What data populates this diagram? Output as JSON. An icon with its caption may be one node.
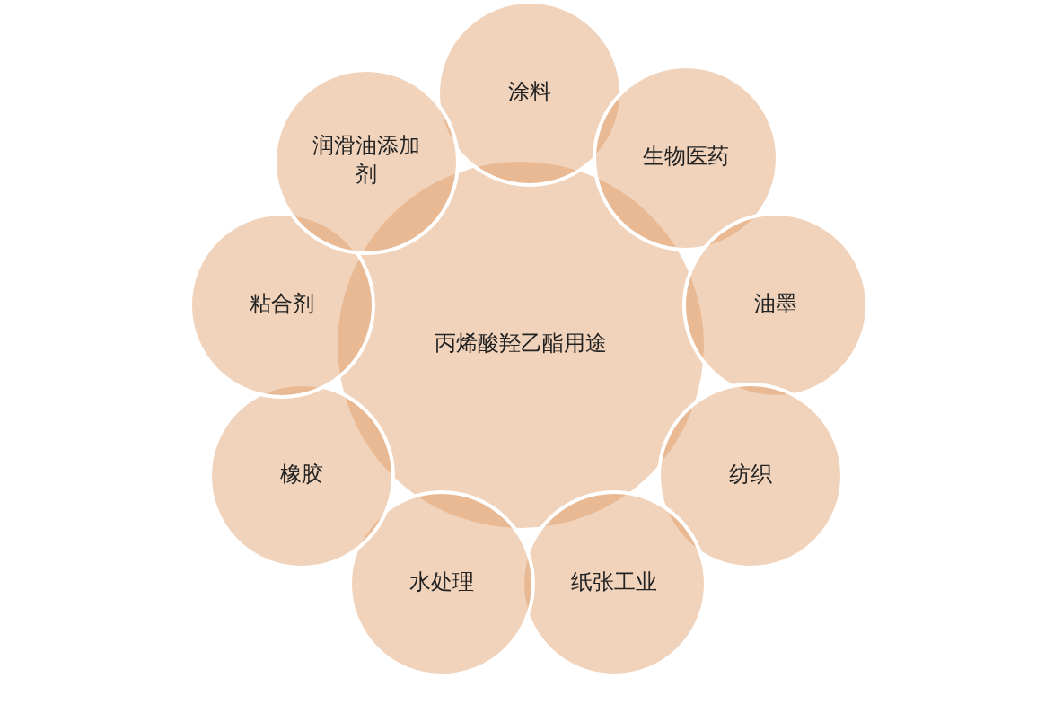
{
  "diagram": {
    "nodes": [
      {
        "text": [
          "丙烯酸羟乙酯用途"
        ]
      },
      {
        "text": [
          "涂料"
        ]
      },
      {
        "text": [
          "生物医药"
        ]
      },
      {
        "text": [
          "油墨"
        ]
      },
      {
        "text": [
          "纺织"
        ]
      },
      {
        "text": [
          "纸张工业"
        ]
      },
      {
        "text": [
          "水处理"
        ]
      },
      {
        "text": [
          "橡胶"
        ]
      },
      {
        "text": [
          "粘合剂"
        ]
      },
      {
        "text": [
          "润滑油添加剂"
        ]
      }
    ]
  }
}
